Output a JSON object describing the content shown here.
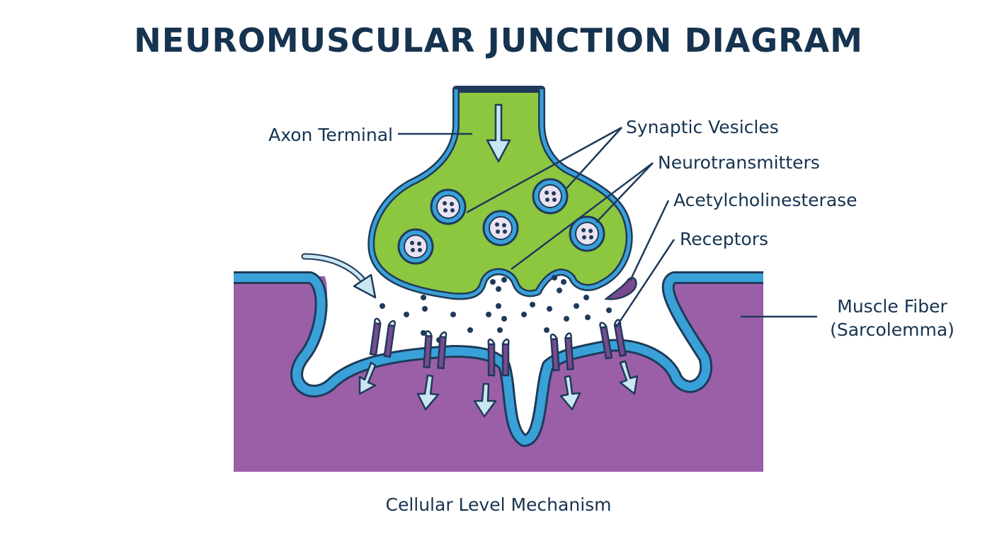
{
  "title": "NEUROMUSCULAR JUNCTION DIAGRAM",
  "labels": {
    "axon_terminal": "Axon Terminal",
    "synaptic_vesicles": "Synaptic Vesicles",
    "neurotransmitters": "Neurotransmitters",
    "acetylcholinesterase": "Acetylcholinesterase",
    "receptors": "Receptors",
    "muscle_fiber_line1": "Muscle Fiber",
    "muscle_fiber_line2": "(Sarcolemma)"
  },
  "caption": "Cellular Level Mechanism",
  "colors": {
    "axon_fill": "#8dc63f",
    "membrane": "#3aa0d8",
    "outline": "#1f3a5a",
    "muscle_fill": "#9b5fa8",
    "receptor_fill": "#7a4a8e",
    "vesicle_fill": "#e9e3f1",
    "arrow_fill": "#c9e6f2",
    "text": "#16334f"
  }
}
